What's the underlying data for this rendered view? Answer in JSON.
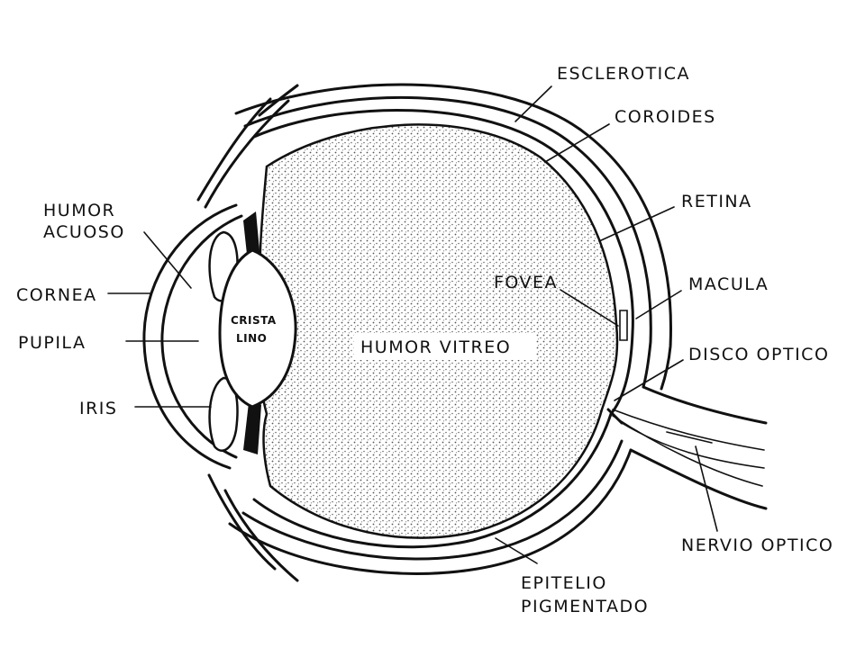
{
  "labels": {
    "esclerotica": "ESCLEROTICA",
    "coroides": "COROIDES",
    "retina": "RETINA",
    "humor_acuoso_1": "HUMOR",
    "humor_acuoso_2": "ACUOSO",
    "cornea": "CORNEA",
    "pupila": "PUPILA",
    "iris": "IRIS",
    "cristalino_1": "CRISTA",
    "cristalino_2": "LINO",
    "humor_vitreo": "HUMOR VITREO",
    "fovea": "FOVEA",
    "macula": "MACULA",
    "disco_optico": "DISCO OPTICO",
    "nervio_optico": "NERVIO OPTICO",
    "epitelio_1": "EPITELIO",
    "epitelio_2": "PIGMENTADO"
  },
  "colors": {
    "ink": "#111111",
    "background": "#ffffff",
    "stipple": "#555555"
  }
}
